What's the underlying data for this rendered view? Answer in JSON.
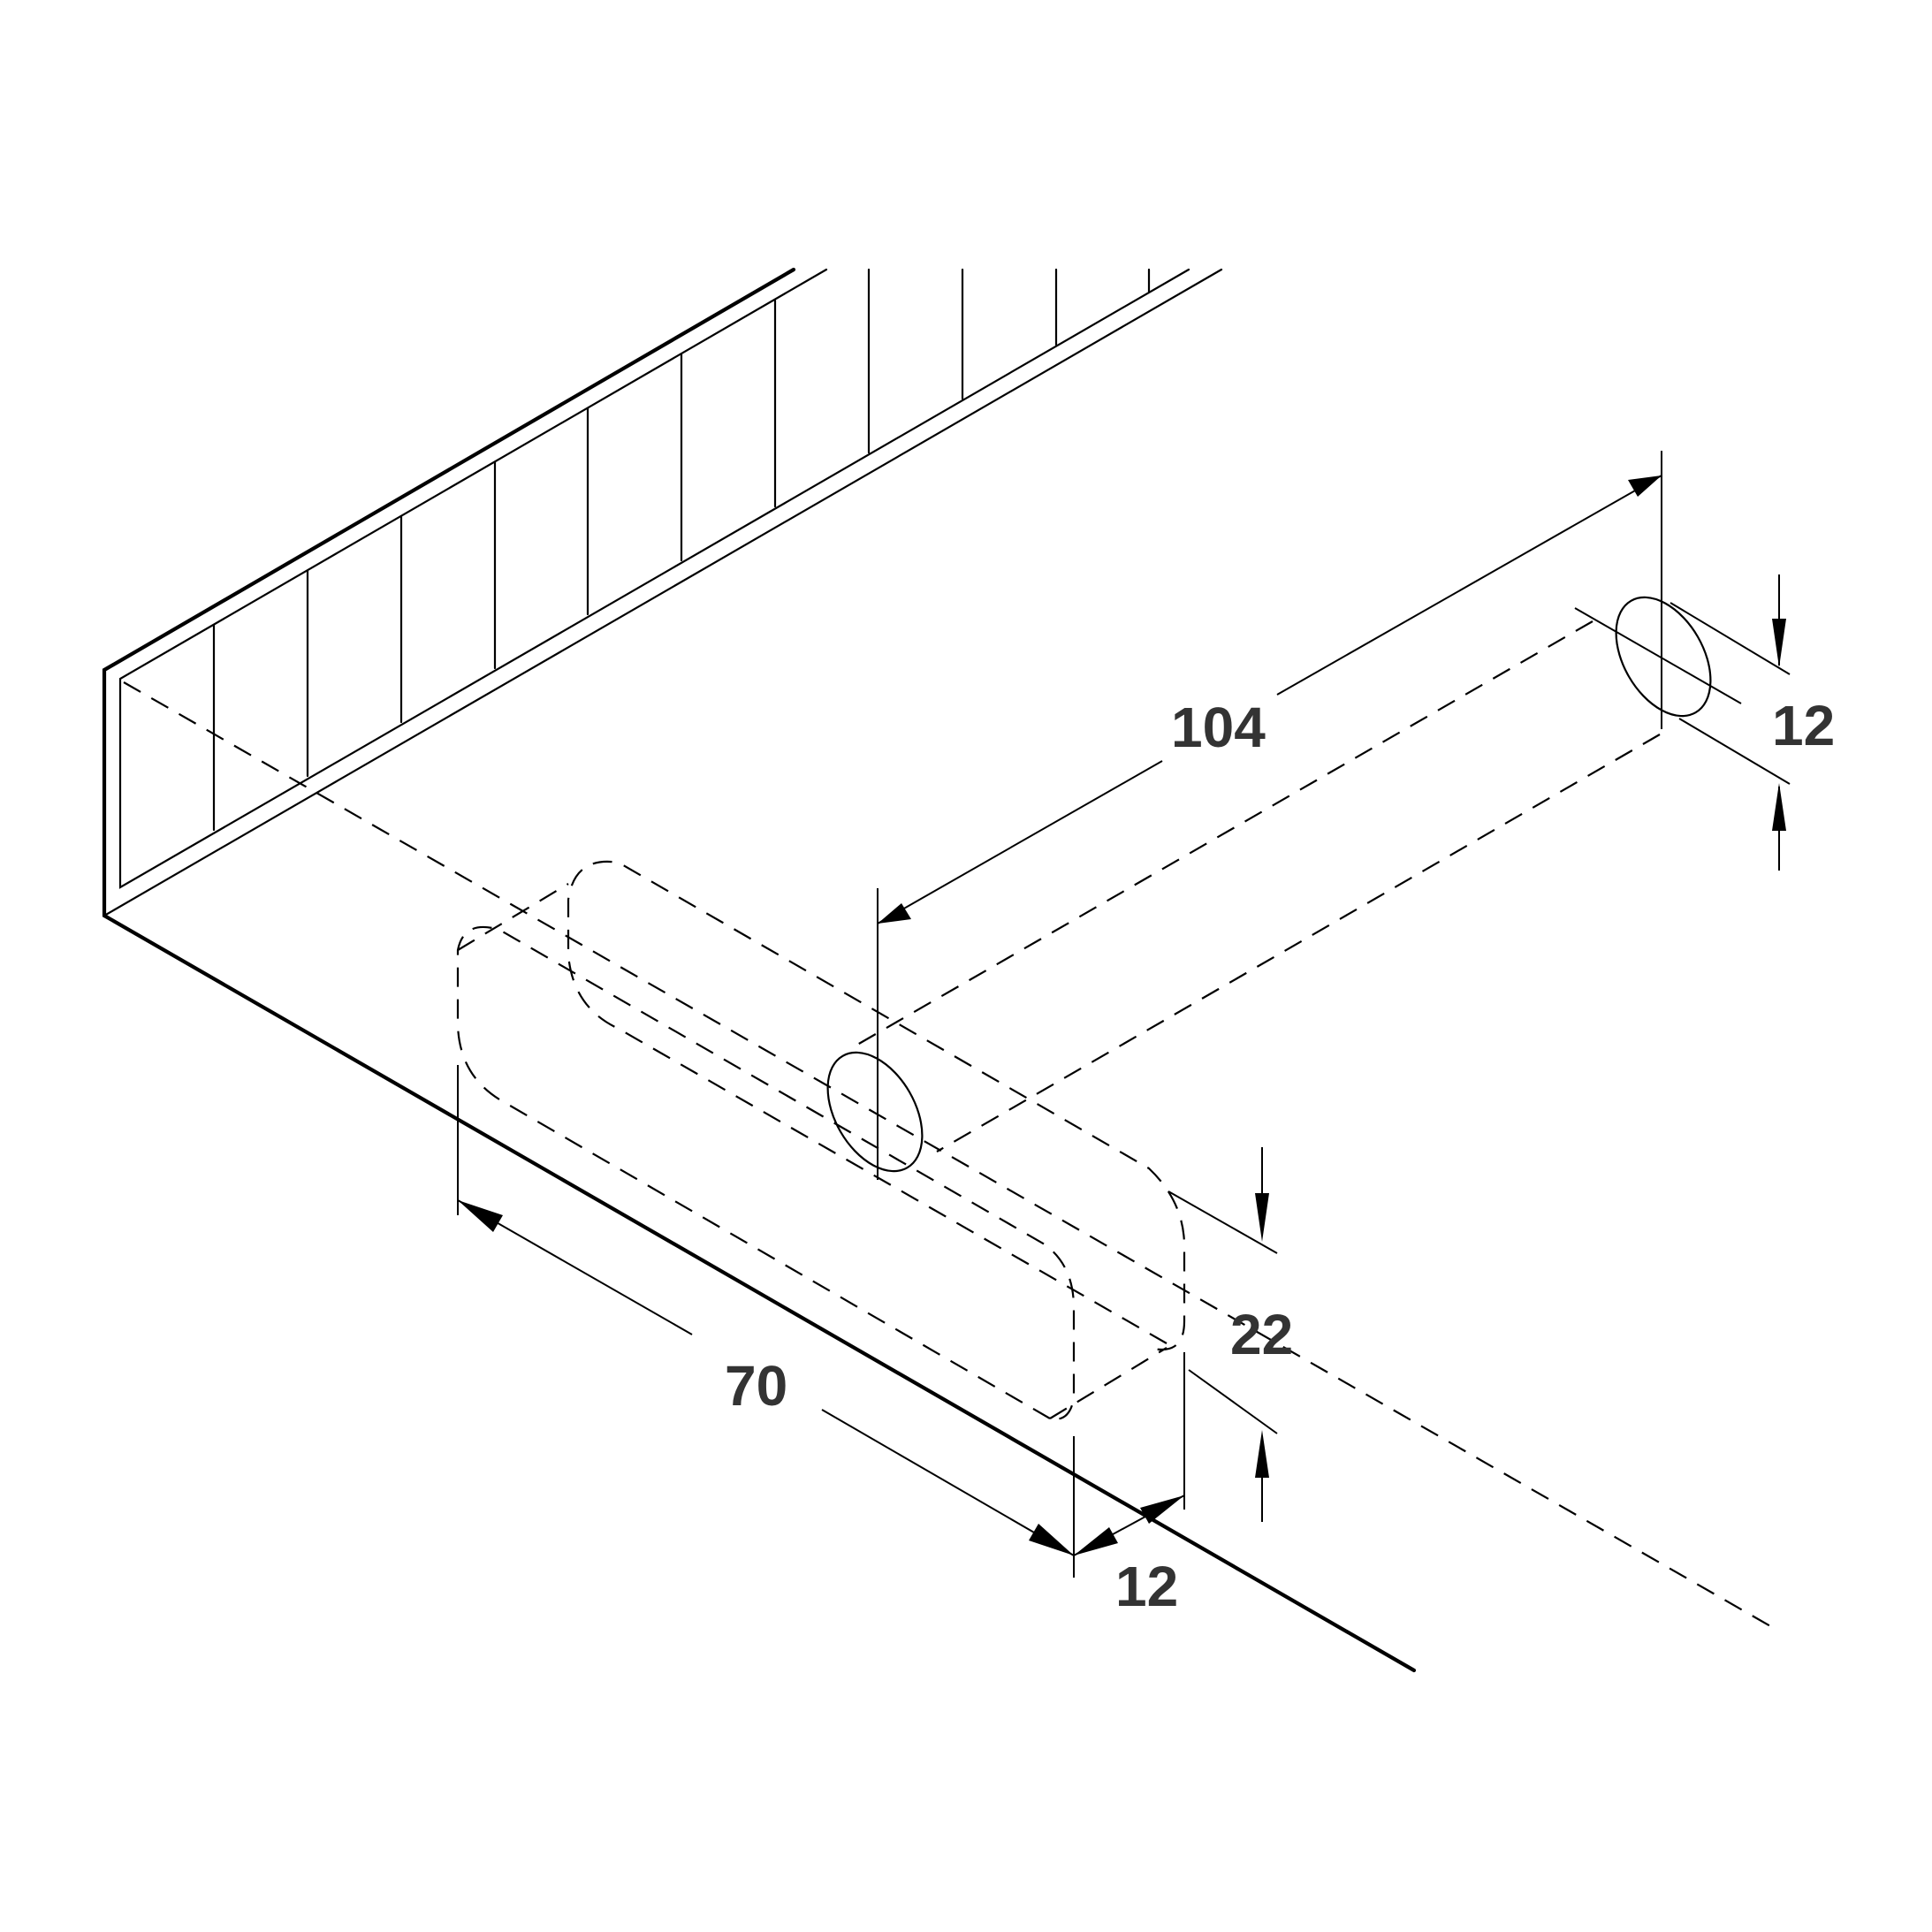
{
  "drawing": {
    "dimensions": {
      "hole_spacing": "104",
      "hole_diameter": "12",
      "recess_length": "70",
      "recess_height": "22",
      "recess_depth": "12"
    },
    "colors": {
      "line": "#000000",
      "label": "#333333",
      "background": "#ffffff"
    }
  }
}
